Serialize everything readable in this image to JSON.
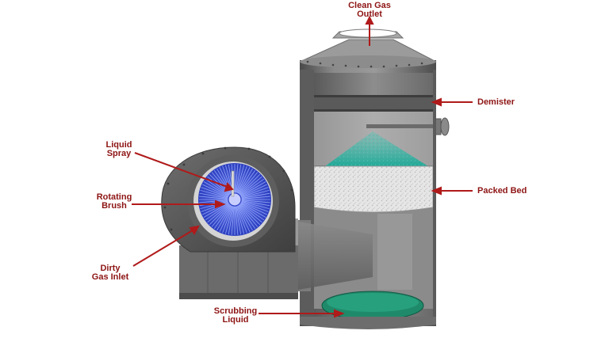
{
  "labels": {
    "clean_gas_outlet": [
      "Clean Gas",
      "Outlet"
    ],
    "demister": "Demister",
    "packed_bed": "Packed Bed",
    "liquid_spray": [
      "Liquid",
      "Spray"
    ],
    "rotating_brush": [
      "Rotating",
      "Brush"
    ],
    "dirty_gas_inlet": [
      "Dirty",
      "Gas Inlet"
    ],
    "scrubbing_liquid": [
      "Scrubbing",
      "Liquid"
    ]
  },
  "colors": {
    "label_text": "#8e1414",
    "leader_line": "#b01a1a",
    "shell_dark": "#5a5a5a",
    "shell_mid": "#7d7d7d",
    "shell_light": "#a9a9a9",
    "brush_blue": "#3a54d6",
    "packing_white": "#e9e9e9",
    "spray_teal": "#2bb6a6",
    "liquid_green": "#1f8a6a"
  }
}
